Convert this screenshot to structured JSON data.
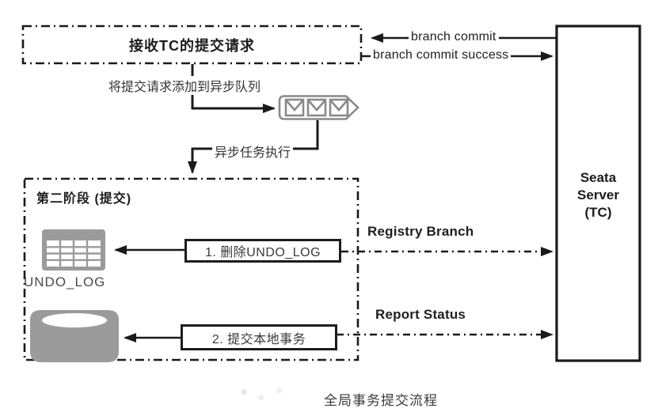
{
  "diagram": {
    "caption": "全局事务提交流程",
    "nodes": {
      "receive_box": "接收TC的提交请求",
      "phase2_title": "第二阶段 (提交)",
      "step1": "1. 删除UNDO_LOG",
      "step2": "2. 提交本地事务",
      "undo_log_table": "UNDO_LOG",
      "seata_line1": "Seata",
      "seata_line2": "Server",
      "seata_line3": "(TC)"
    },
    "edges": {
      "branch_commit": "branch commit",
      "branch_commit_success": "branch commit success",
      "add_to_queue": "将提交请求添加到异步队列",
      "async_exec": "异步任务执行",
      "registry_branch": "Registry Branch",
      "report_status": "Report Status"
    },
    "icons": {
      "queue": "async-queue-icon (3 envelopes in pointed slot)",
      "table": "undo-log-table-icon",
      "database": "database-cylinder-icon"
    },
    "colors": {
      "line": "#1a1a1a",
      "icon_gray": "#9b9b9b",
      "text_dark": "#222222",
      "background": "#ffffff"
    }
  }
}
